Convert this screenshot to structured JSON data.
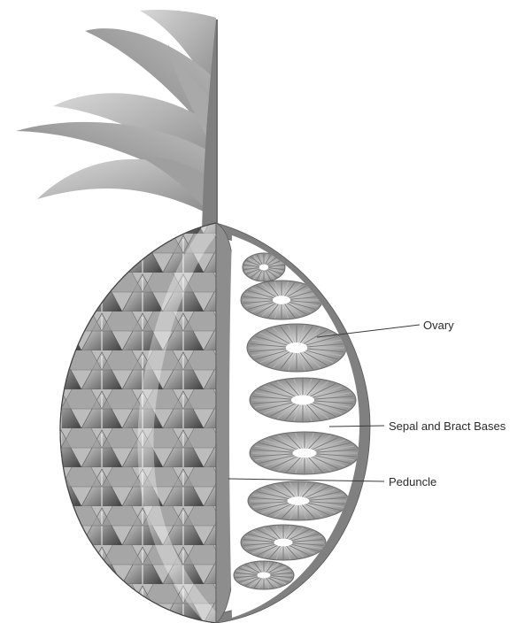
{
  "labels": {
    "ovary": "Ovary",
    "sepal_bract": "Sepal and Bract Bases",
    "peduncle": "Peduncle"
  },
  "colors": {
    "leaf_dark": "#8a8a8a",
    "leaf_light": "#cfcfcf",
    "rind": "#7d7d7d",
    "fruitlet_dark": "#5a5a5a",
    "fruitlet_light": "#e6e6e6",
    "flesh_ring": "#9a9a9a",
    "text": "#2b2b2b"
  }
}
